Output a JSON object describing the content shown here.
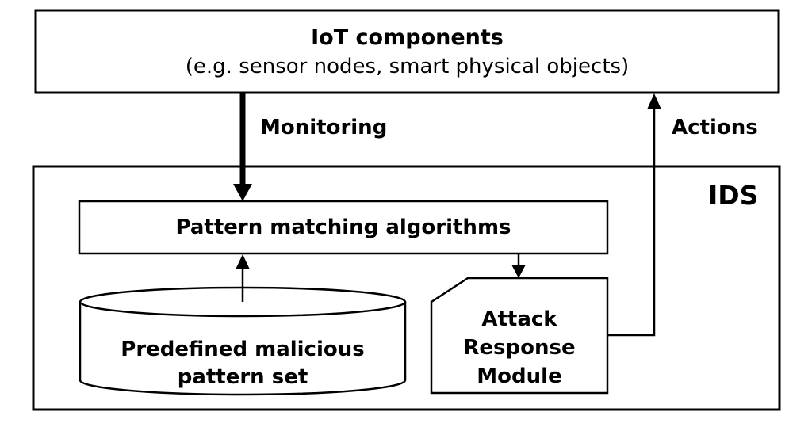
{
  "iot_box": {
    "title": "IoT components",
    "subtitle": "(e.g. sensor nodes, smart physical objects)"
  },
  "arrows": {
    "monitoring_label": "Monitoring",
    "actions_label": "Actions"
  },
  "ids_box": {
    "label": "IDS"
  },
  "pattern_box": {
    "label": "Pattern matching algorithms"
  },
  "database": {
    "line1": "Predefined malicious",
    "line2": "pattern set"
  },
  "attack_module": {
    "line1": "Attack",
    "line2": "Response",
    "line3": "Module"
  }
}
